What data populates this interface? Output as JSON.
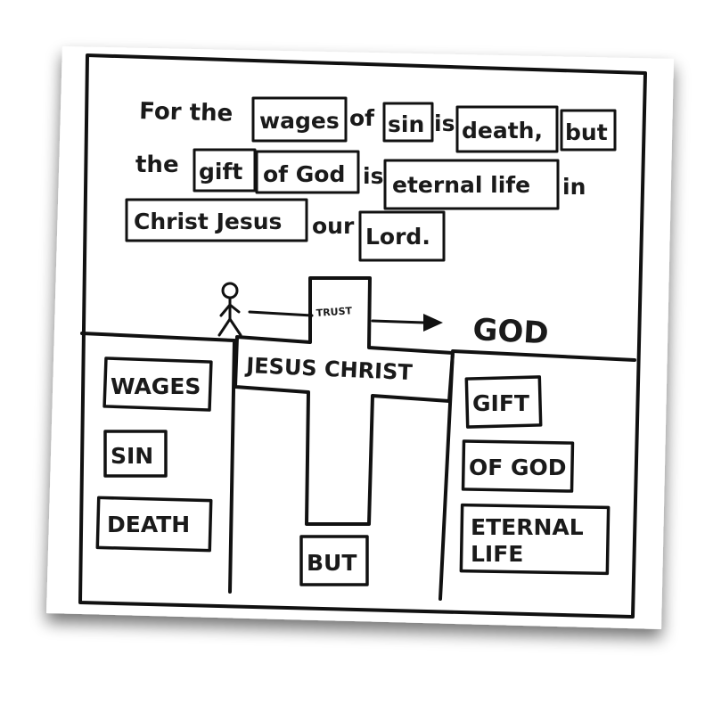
{
  "verse": {
    "line1": [
      "For the",
      "wages",
      "of",
      "sin",
      "is",
      "death,",
      "but"
    ],
    "line2": [
      "the",
      "gift",
      "of God",
      "is",
      "eternal life",
      "in"
    ],
    "line3": [
      "Christ Jesus",
      "our",
      "Lord."
    ]
  },
  "bridge": {
    "trust_label": "TRUST",
    "god_label": "GOD",
    "cross_label": "JESUS CHRIST",
    "but_label": "BUT"
  },
  "left_side": [
    "WAGES",
    "SIN",
    "DEATH"
  ],
  "right_side": [
    "GIFT",
    "OF GOD",
    "ETERNAL",
    "LIFE"
  ]
}
